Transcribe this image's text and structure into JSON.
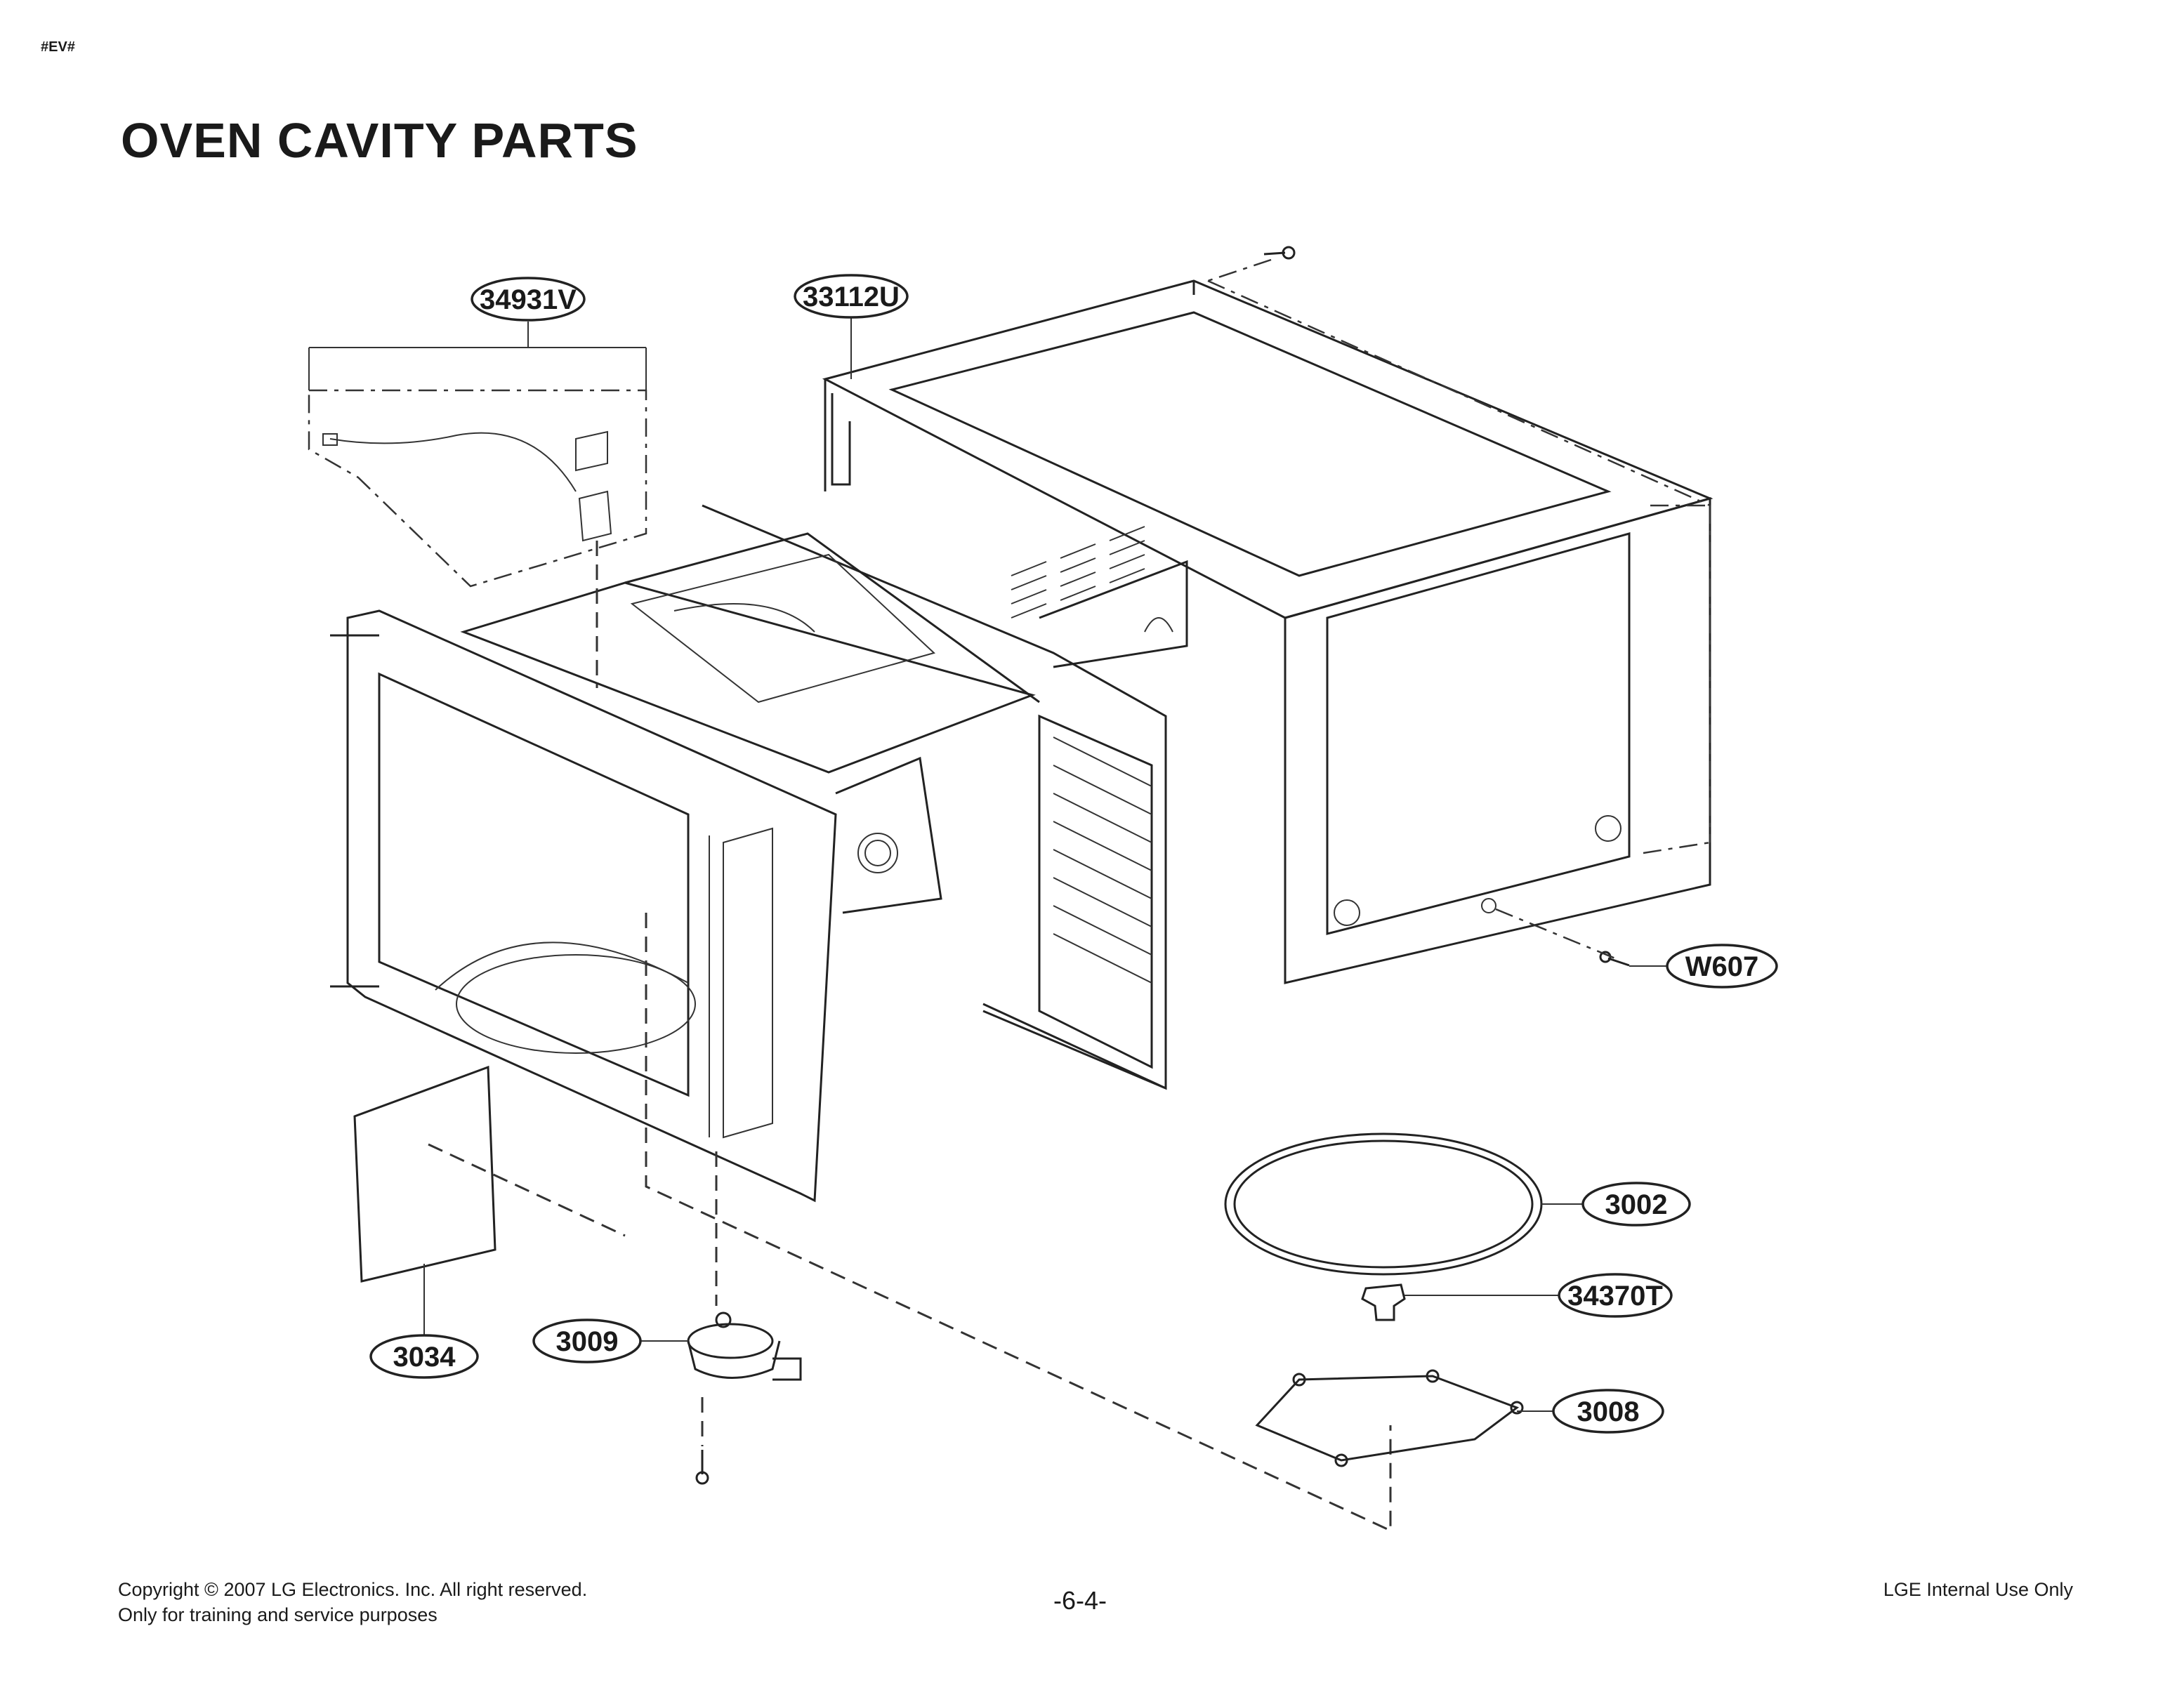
{
  "header": {
    "tag": "#EV#",
    "title": "OVEN CAVITY PARTS"
  },
  "callouts": [
    {
      "id": "34931V"
    },
    {
      "id": "33112U"
    },
    {
      "id": "W607"
    },
    {
      "id": "3002"
    },
    {
      "id": "34370T"
    },
    {
      "id": "3008"
    },
    {
      "id": "3009"
    },
    {
      "id": "3034"
    }
  ],
  "footer": {
    "copyright_line1": "Copyright © 2007 LG Electronics. Inc. All right reserved.",
    "copyright_line2": "Only for training and service purposes",
    "page_number": "-6-4-",
    "notice": "LGE Internal Use Only"
  }
}
